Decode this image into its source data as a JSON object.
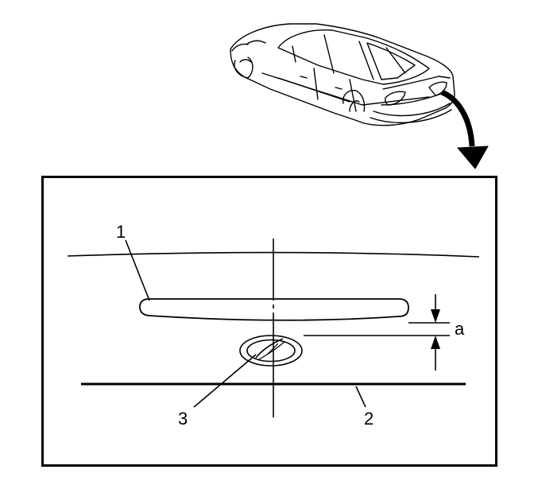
{
  "diagram": {
    "callouts": [
      {
        "id": "1",
        "text": "1",
        "part": "emblem-strip"
      },
      {
        "id": "2",
        "text": "2",
        "part": "lower-body-edge"
      },
      {
        "id": "3",
        "text": "3",
        "part": "oval-emblem"
      },
      {
        "id": "a",
        "text": "a",
        "part": "spacing-dimension"
      }
    ],
    "icons": {
      "vehicle": "sedan-rear-view-icon",
      "pointer": "curved-arrow-icon"
    },
    "colors": {
      "line": "#000000",
      "background": "#ffffff"
    }
  }
}
